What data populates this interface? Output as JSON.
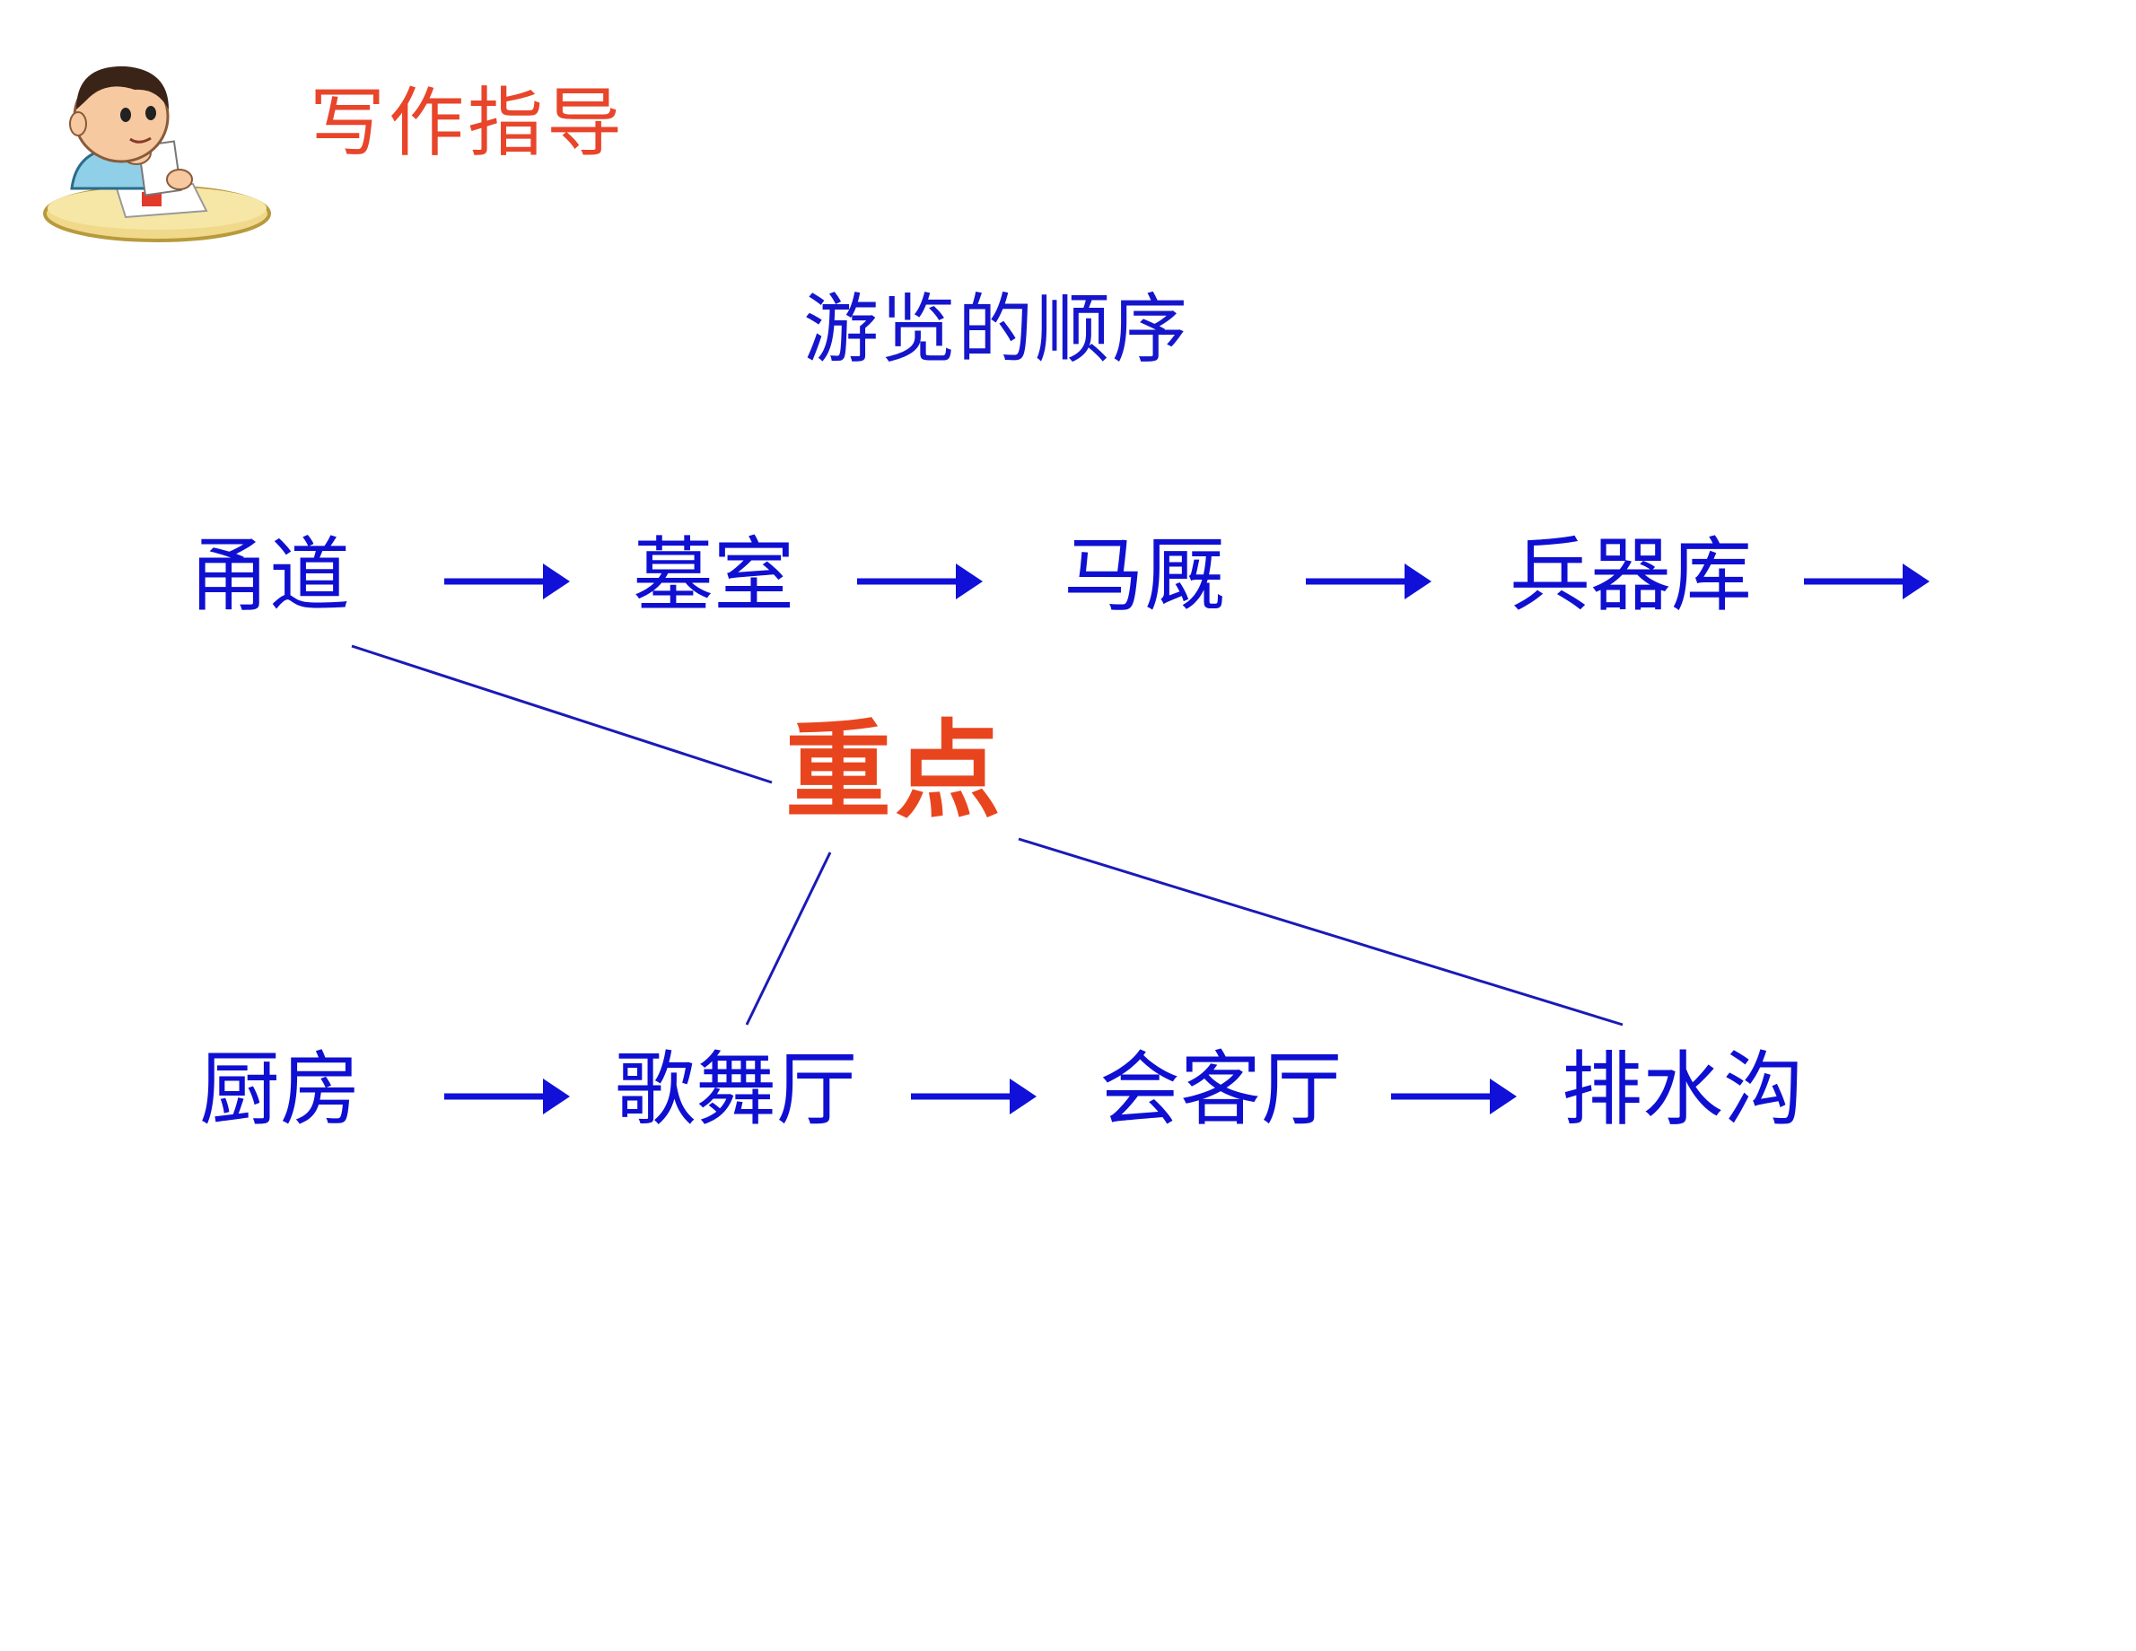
{
  "header": {
    "title": "写作指导",
    "mascot_icon": "boy-writing-at-desk-icon"
  },
  "diagram": {
    "title": "游览的顺序",
    "focus_label": "重点",
    "top_row": [
      "甬道",
      "墓室",
      "马厩",
      "兵器库"
    ],
    "bottom_row": [
      "厨房",
      "歌舞厅",
      "会客厅",
      "排水沟"
    ]
  },
  "colors": {
    "header_text": "#e8452a",
    "focus_text": "#e8451e",
    "node_text": "#0f0fd2",
    "arrow": "#1010d8",
    "connector_line": "#1a1ab8"
  }
}
